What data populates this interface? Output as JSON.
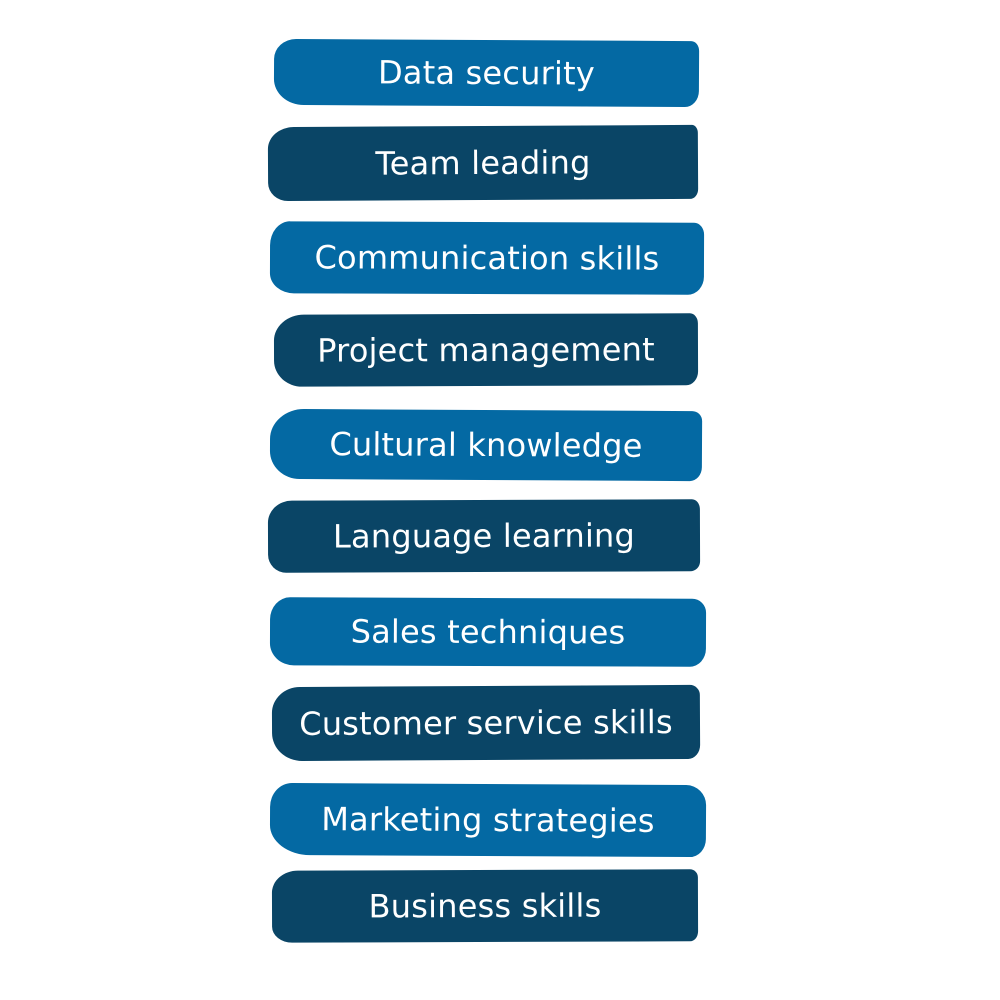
{
  "colors": {
    "light": "#0469a3",
    "dark": "#0a4566",
    "text": "#ffffff",
    "background": "#ffffff"
  },
  "items": [
    {
      "label": "Data security",
      "tone": "light"
    },
    {
      "label": "Team leading",
      "tone": "dark"
    },
    {
      "label": "Communication skills",
      "tone": "light"
    },
    {
      "label": "Project management",
      "tone": "dark"
    },
    {
      "label": "Cultural knowledge",
      "tone": "light"
    },
    {
      "label": "Language learning",
      "tone": "dark"
    },
    {
      "label": "Sales techniques",
      "tone": "light"
    },
    {
      "label": "Customer service skills",
      "tone": "dark"
    },
    {
      "label": "Marketing strategies",
      "tone": "light"
    },
    {
      "label": "Business skills",
      "tone": "dark"
    }
  ]
}
